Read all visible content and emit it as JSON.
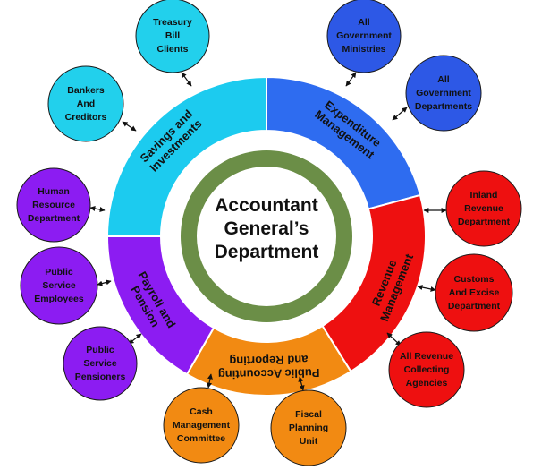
{
  "center": {
    "lines": [
      "Accountant",
      "General’s",
      "Department"
    ],
    "ring_color": "#6b8e47"
  },
  "segments": [
    {
      "id": "savings",
      "lines": [
        "Savings and",
        "Investments"
      ],
      "color": "#1ccbef",
      "start": 270,
      "end": 360,
      "flip": false
    },
    {
      "id": "expenditure",
      "lines": [
        "Expenditure",
        "Management"
      ],
      "color": "#2e6cf0",
      "start": 0,
      "end": 75,
      "flip": false
    },
    {
      "id": "revenue",
      "lines": [
        "Revenue",
        "Management"
      ],
      "color": "#ee1010",
      "start": 75,
      "end": 148,
      "flip": false
    },
    {
      "id": "public-accounting",
      "lines": [
        "Public Accounting",
        "and Reporting"
      ],
      "color": "#f28a12",
      "start": 148,
      "end": 210,
      "flip": true
    },
    {
      "id": "payroll",
      "lines": [
        "Payroll and",
        "Pension"
      ],
      "color": "#8c1cf2",
      "start": 210,
      "end": 270,
      "flip": false
    }
  ],
  "nodes": [
    {
      "id": "treasury-bill-clients",
      "lines": [
        "Treasury",
        "Bill",
        "Clients"
      ],
      "color": "#22d0ec"
    },
    {
      "id": "bankers-and-creditors",
      "lines": [
        "Bankers",
        "And",
        "Creditors"
      ],
      "color": "#22d0ec"
    },
    {
      "id": "all-government-ministries",
      "lines": [
        "All",
        "Government",
        "Ministries"
      ],
      "color": "#2d58e6"
    },
    {
      "id": "all-government-departments",
      "lines": [
        "All",
        "Government",
        "Departments"
      ],
      "color": "#2d58e6"
    },
    {
      "id": "inland-revenue-department",
      "lines": [
        "Inland",
        "Revenue",
        "Department"
      ],
      "color": "#ee1010"
    },
    {
      "id": "customs-and-excise-department",
      "lines": [
        "Customs",
        "And Excise",
        "Department"
      ],
      "color": "#ee1010"
    },
    {
      "id": "all-revenue-collecting-agencies",
      "lines": [
        "All Revenue",
        "Collecting",
        "Agencies"
      ],
      "color": "#ee1010"
    },
    {
      "id": "fiscal-planning-unit",
      "lines": [
        "Fiscal",
        "Planning",
        "Unit"
      ],
      "color": "#f28a12"
    },
    {
      "id": "cash-management-committee",
      "lines": [
        "Cash",
        "Management",
        "Committee"
      ],
      "color": "#f28a12"
    },
    {
      "id": "public-service-pensioners",
      "lines": [
        "Public",
        "Service",
        "Pensioners"
      ],
      "color": "#8c1cf2"
    },
    {
      "id": "public-service-employees",
      "lines": [
        "Public",
        "Service",
        "Employees"
      ],
      "color": "#8c1cf2"
    },
    {
      "id": "human-resource-department",
      "lines": [
        "Human",
        "Resource",
        "Department"
      ],
      "color": "#8c1cf2"
    }
  ]
}
